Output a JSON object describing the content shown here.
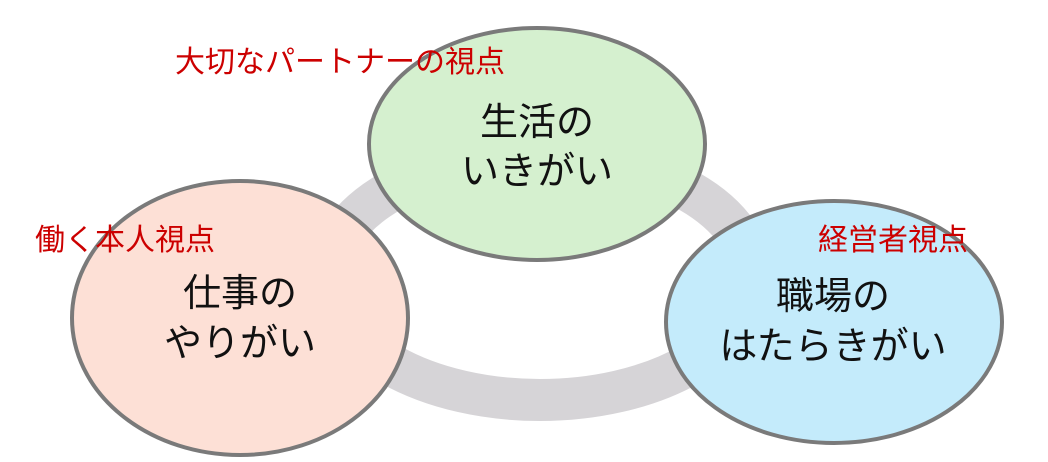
{
  "colors": {
    "ring": "#d6d4d7",
    "outline": "#7a7a7a",
    "green": "#d5f0cf",
    "pink": "#fde0d6",
    "blue": "#c4ebfb",
    "label": "#cc0000"
  },
  "nodes": {
    "life": {
      "line1": "生活の",
      "line2": "いきがい"
    },
    "work": {
      "line1": "仕事の",
      "line2": "やりがい"
    },
    "workplace": {
      "line1": "職場の",
      "line2": "はたらきがい"
    }
  },
  "labels": {
    "partner": "大切なパートナーの視点",
    "self": "働く本人視点",
    "manager": "経営者視点"
  }
}
